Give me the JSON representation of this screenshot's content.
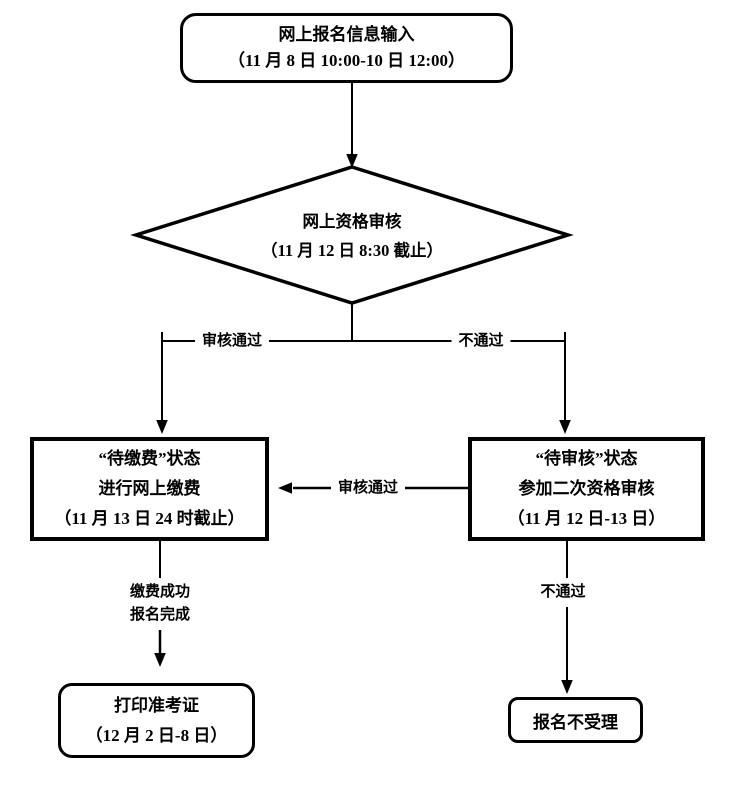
{
  "diagram": {
    "kind": "flowchart",
    "colors": {
      "stroke": "#000000",
      "text": "#000000",
      "background": "#ffffff"
    },
    "nodes": {
      "start": {
        "shape": "rounded-rect",
        "lines": [
          "网上报名信息输入",
          "（11 月 8 日 10:00-10 日 12:00）"
        ]
      },
      "decision": {
        "shape": "diamond",
        "lines": [
          "网上资格审核",
          "（11 月 12 日 8:30 截止）"
        ]
      },
      "pay": {
        "shape": "rect",
        "lines": [
          "“待缴费”状态",
          "进行网上缴费",
          "（11 月 13 日 24 时截止）"
        ]
      },
      "review2": {
        "shape": "rect",
        "lines": [
          "“待审核”状态",
          "参加二次资格审核",
          "（11 月 12 日-13 日）"
        ]
      },
      "print": {
        "shape": "rounded-rect",
        "lines": [
          "打印准考证",
          "（12 月 2 日-8 日）"
        ]
      },
      "reject": {
        "shape": "rounded-rect",
        "lines": [
          "报名不受理"
        ]
      }
    },
    "edge_labels": {
      "pass_left": "审核通过",
      "fail_right": "不通过",
      "second_pass": "审核通过",
      "pay_success": {
        "line1": "缴费成功",
        "line2": "报名完成"
      },
      "second_fail": "不通过"
    }
  }
}
